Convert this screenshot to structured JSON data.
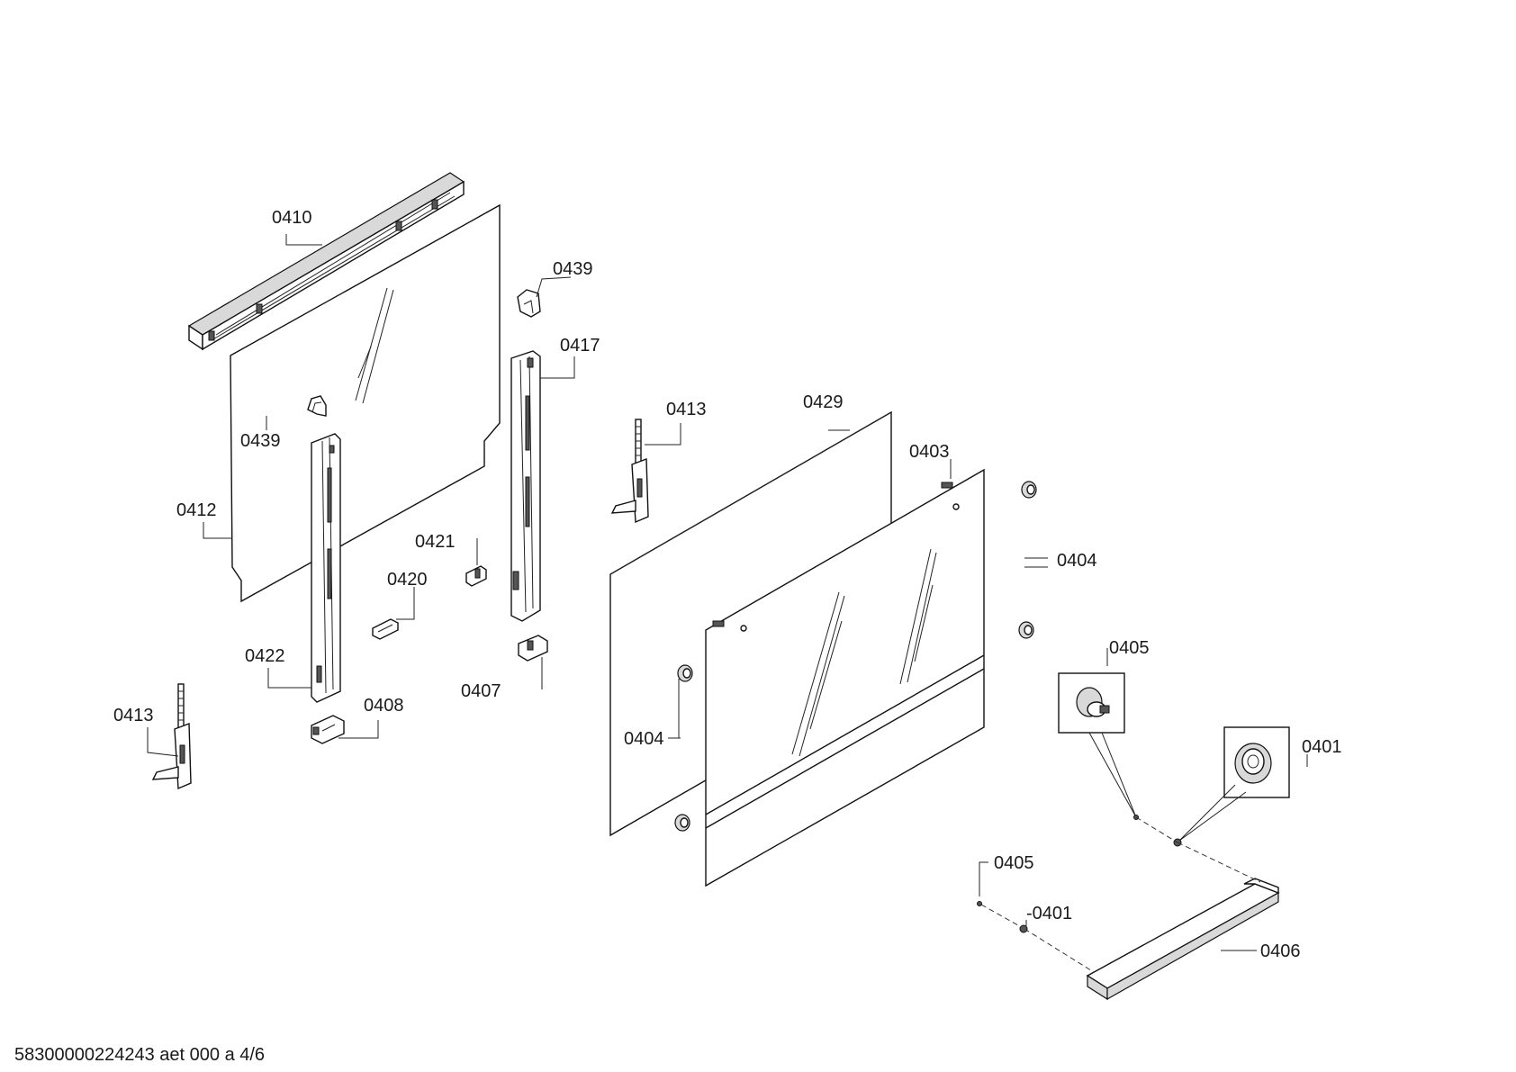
{
  "parts": [
    {
      "id": "p0410",
      "label": "0410"
    },
    {
      "id": "p0439a",
      "label": "0439"
    },
    {
      "id": "p0439b",
      "label": "0439"
    },
    {
      "id": "p0417",
      "label": "0417"
    },
    {
      "id": "p0412",
      "label": "0412"
    },
    {
      "id": "p0421",
      "label": "0421"
    },
    {
      "id": "p0420",
      "label": "0420"
    },
    {
      "id": "p0422",
      "label": "0422"
    },
    {
      "id": "p0408",
      "label": "0408"
    },
    {
      "id": "p0407",
      "label": "0407"
    },
    {
      "id": "p0413a",
      "label": "0413"
    },
    {
      "id": "p0413b",
      "label": "0413"
    },
    {
      "id": "p0429",
      "label": "0429"
    },
    {
      "id": "p0403",
      "label": "0403"
    },
    {
      "id": "p0404a",
      "label": "0404"
    },
    {
      "id": "p0404b",
      "label": "0404"
    },
    {
      "id": "p0405a",
      "label": "0405"
    },
    {
      "id": "p0405b",
      "label": "0405"
    },
    {
      "id": "p0401a",
      "label": "0401"
    },
    {
      "id": "p0401b",
      "label": "-0401"
    },
    {
      "id": "p0406",
      "label": "0406"
    }
  ],
  "footer": {
    "document_code": "58300000224243 aet 000 a 4/6"
  }
}
